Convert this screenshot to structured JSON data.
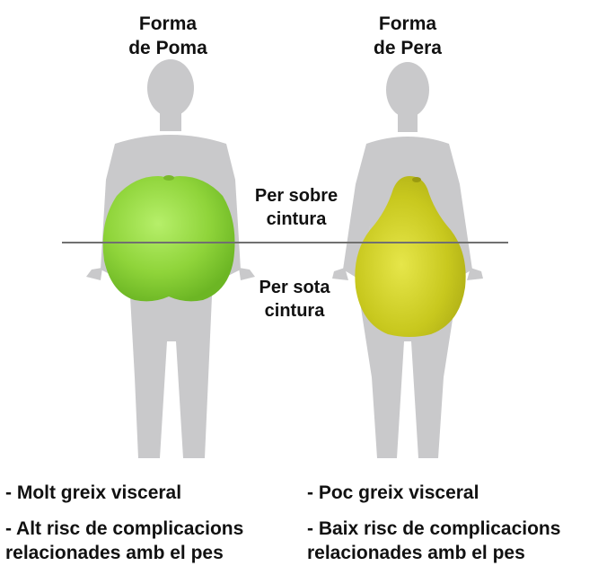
{
  "titles": {
    "apple_line1": "Forma",
    "apple_line2": "de Poma",
    "pear_line1": "Forma",
    "pear_line2": "de Pera"
  },
  "waist": {
    "above_line1": "Per sobre",
    "above_line2": "cintura",
    "below_line1": "Per sota",
    "below_line2": "cintura"
  },
  "notes": {
    "apple_fat": "- Molt greix visceral",
    "apple_risk_line1": "- Alt risc de complicacions",
    "apple_risk_line2": "relacionades amb el pes",
    "pear_fat": "- Poc greix visceral",
    "pear_risk_line1": "- Baix risc de complicacions",
    "pear_risk_line2": "relacionades amb el pes"
  },
  "colors": {
    "silhouette": "#c9c9cb",
    "apple": "#8fd43a",
    "pear": "#c8c81e",
    "waist_line": "#707070"
  }
}
